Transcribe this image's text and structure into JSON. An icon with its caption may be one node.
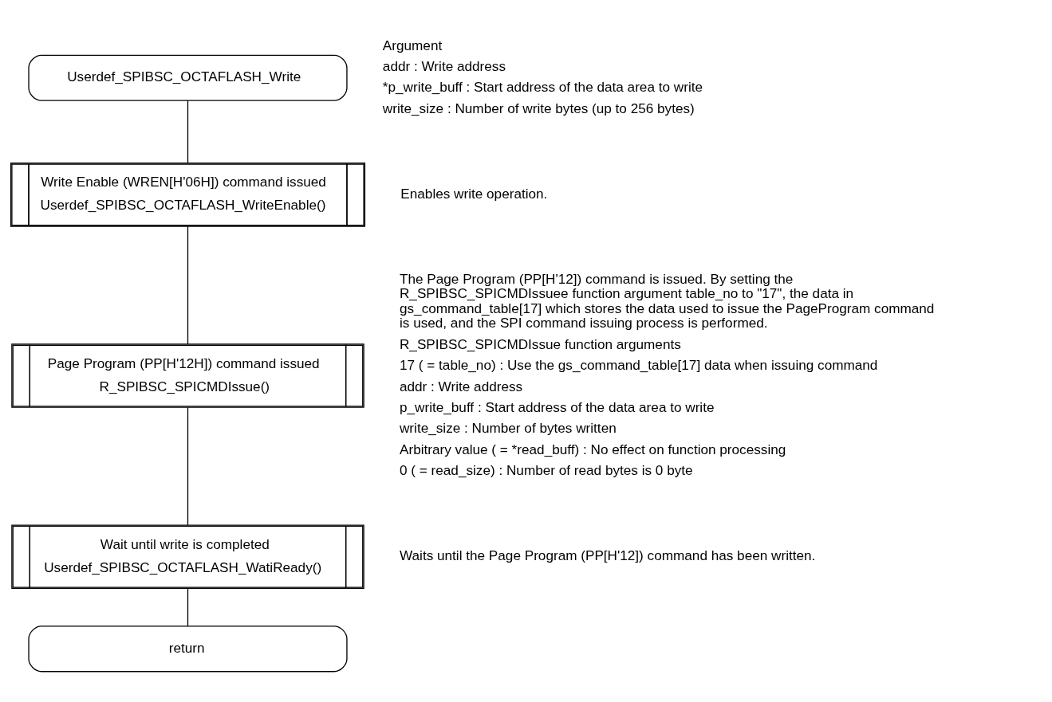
{
  "diagram": {
    "nodes": [
      {
        "text": [
          "Userdef_SPIBSC_OCTAFLASH_Write"
        ],
        "beside": [
          "Argument",
          "addr : Write address",
          "*p_write_buff : Start address of the data area to write",
          "write_size : Number of write bytes (up to 256 bytes)"
        ]
      },
      {
        "text": [
          "Write Enable (WREN[H'06H]) command issued",
          "Userdef_SPIBSC_OCTAFLASH_WriteEnable()"
        ],
        "beside": [
          "Enables write operation."
        ]
      },
      {
        "text": [
          "Page Program (PP[H'12H]) command issued",
          "R_SPIBSC_SPICMDIssue()"
        ],
        "beside": [
          "The Page Program (PP[H'12]) command is issued. By setting the R_SPIBSC_SPICMDIssuee function argument table_no to \"17\", the data in gs_command_table[17] which stores the data used to issue the PageProgram command is used, and the SPI command issuing process is performed.",
          "R_SPIBSC_SPICMDIssue function arguments",
          "17 ( = table_no) : Use the gs_command_table[17] data when issuing command",
          "addr : Write address",
          "p_write_buff : Start address of the data area to write",
          "write_size : Number of bytes written",
          "Arbitrary value ( = *read_buff) : No effect on function processing",
          "0 ( = read_size) : Number of read bytes is 0 byte"
        ]
      },
      {
        "text": [
          "Wait until write is completed",
          "Userdef_SPIBSC_OCTAFLASH_WatiReady()"
        ],
        "beside": [
          "Waits until the Page Program (PP[H'12]) command has been written."
        ]
      },
      {
        "text": [
          "return"
        ]
      }
    ],
    "edges": [
      {
        "from": 0,
        "to": 1,
        "arrow": "none"
      },
      {
        "from": 1,
        "to": 2,
        "arrow": "none"
      },
      {
        "from": 2,
        "to": 3,
        "arrow": "none"
      },
      {
        "from": 3,
        "to": 4,
        "arrow": "none"
      }
    ]
  }
}
